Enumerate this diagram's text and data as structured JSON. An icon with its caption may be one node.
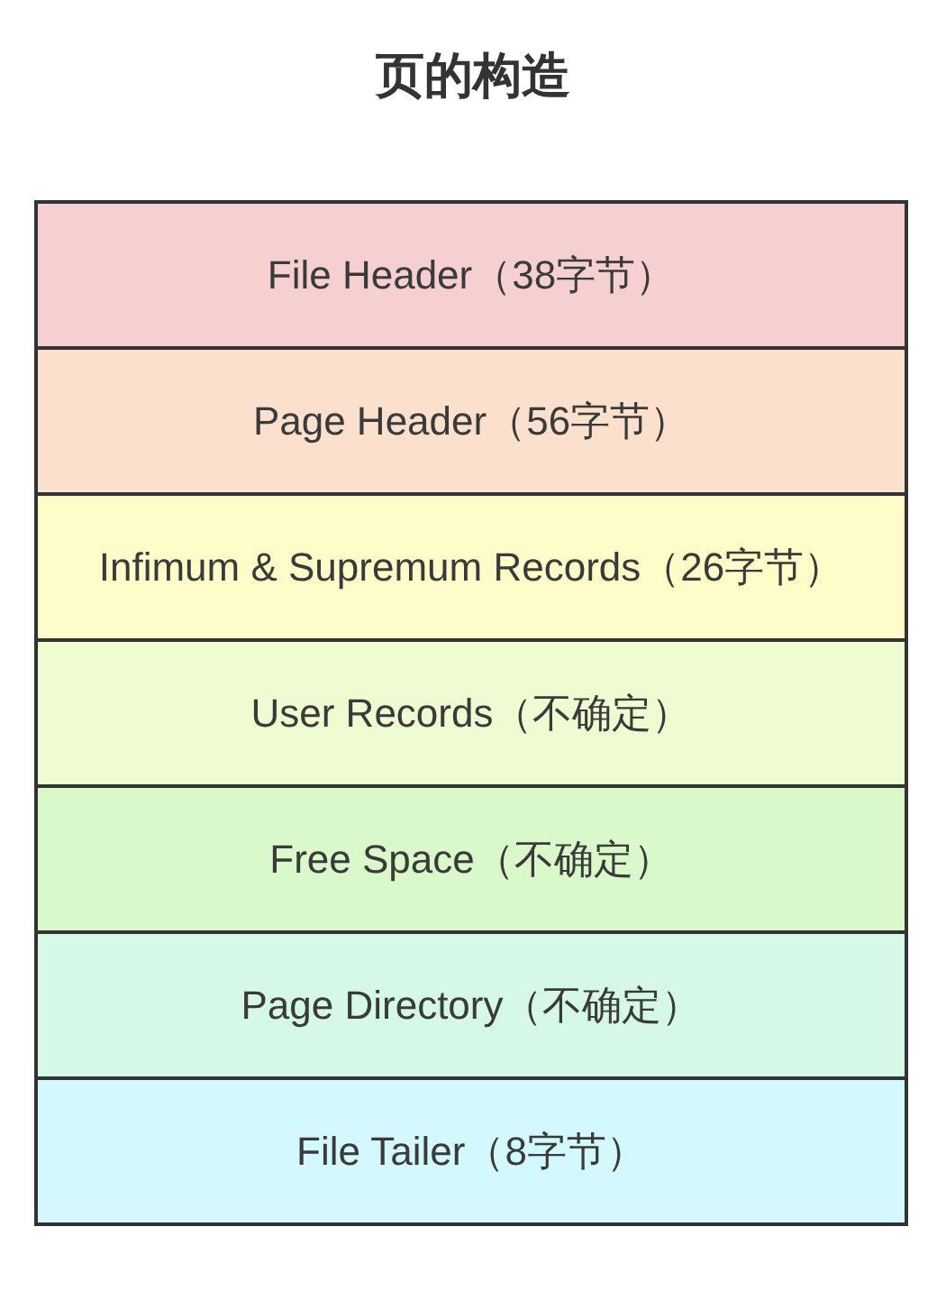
{
  "diagram": {
    "title": "页的构造",
    "nodes": [
      {
        "text": [
          "File Header（38字节）"
        ]
      },
      {
        "text": [
          "Page Header（56字节）"
        ]
      },
      {
        "text": [
          "Infimum & Supremum Records（26字节）"
        ]
      },
      {
        "text": [
          "User Records（不确定）"
        ]
      },
      {
        "text": [
          "Free Space（不确定）"
        ]
      },
      {
        "text": [
          "Page Directory（不确定）"
        ]
      },
      {
        "text": [
          "File Tailer（8字节）"
        ]
      }
    ],
    "edges": []
  }
}
